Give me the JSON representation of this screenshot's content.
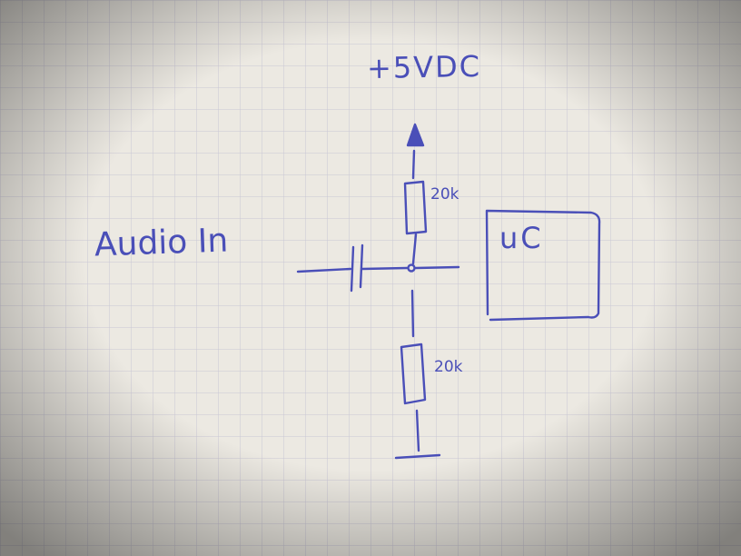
{
  "labels": {
    "supply": "+5VDC",
    "audio_in": "Audio In",
    "resistor_top": "20k",
    "resistor_bottom": "20k",
    "microcontroller": "uC"
  },
  "colors": {
    "ink": "#4a4fb8",
    "paper": "#ece9e2",
    "grid": "#c9c6d4",
    "vignette": "#8f8c86"
  }
}
